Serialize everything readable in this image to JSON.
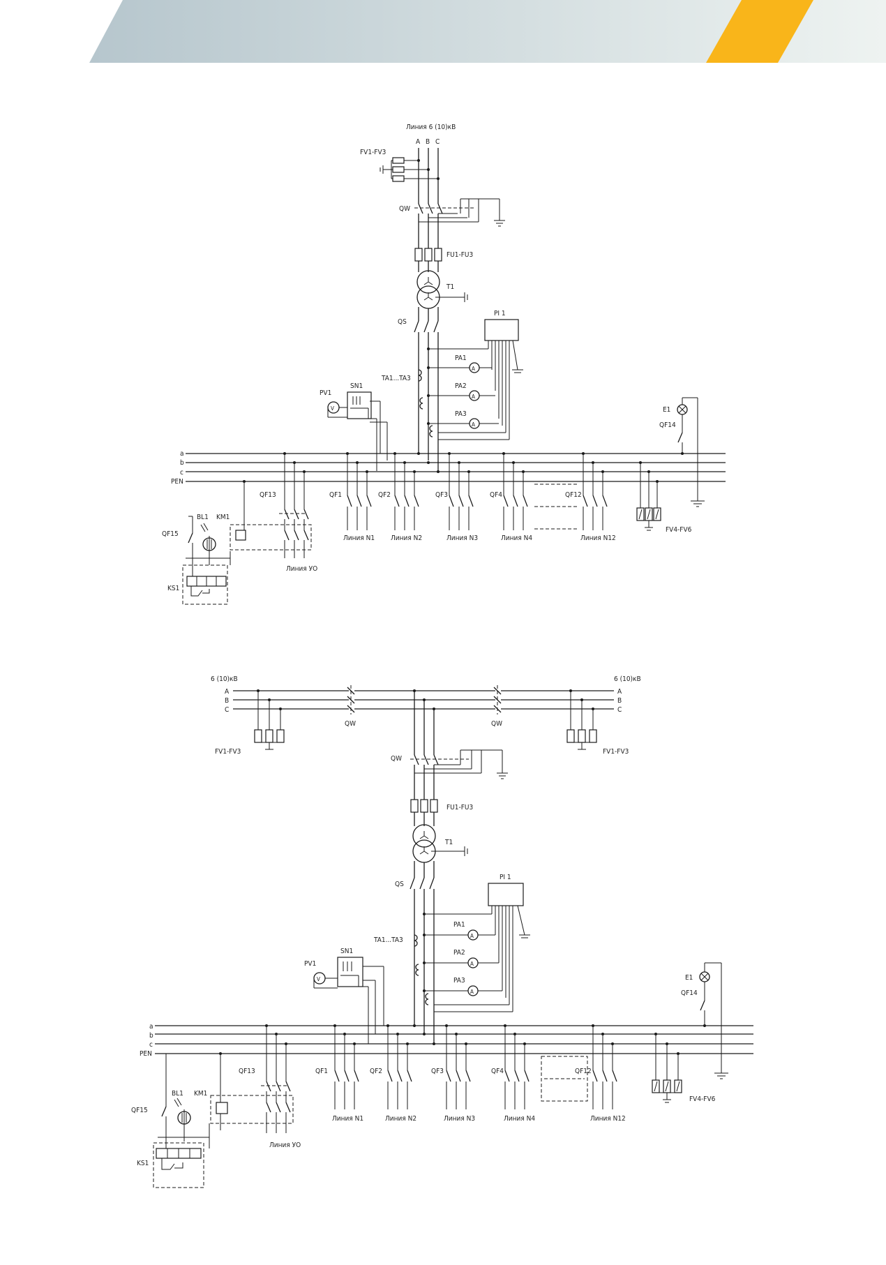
{
  "colors": {
    "banner_left": "#b6c6cd",
    "banner_right": "#eef3f1",
    "accent": "#f9b51a",
    "ink": "#1a1a1a"
  },
  "top": {
    "line_title": "Линия 6 (10)кВ",
    "phases": [
      "A",
      "B",
      "C"
    ],
    "fv_top": "FV1-FV3",
    "qw": "QW",
    "fu": "FU1-FU3",
    "t1": "T1",
    "qs": "QS",
    "pi": "PI 1",
    "pa": [
      "PA1",
      "PA2",
      "PA3"
    ],
    "ta": "TA1...TA3",
    "pv": "PV1",
    "sn": "SN1",
    "e1": "E1",
    "qf14": "QF14",
    "bus": [
      "a",
      "b",
      "c",
      "PEN"
    ],
    "qf13": "QF13",
    "bl": "BL1",
    "km": "KM1",
    "qf15": "QF15",
    "ks": "KS1",
    "uo": "Линия УО",
    "feeders": [
      {
        "qf": "QF1",
        "line": "Линия N1"
      },
      {
        "qf": "QF2",
        "line": "Линия N2"
      },
      {
        "qf": "QF3",
        "line": "Линия N3"
      },
      {
        "qf": "QF4",
        "line": "Линия N4"
      },
      {
        "qf": "QF12",
        "line": "Линия N12"
      }
    ],
    "fv_bottom": "FV4-FV6"
  },
  "bottom": {
    "left_title": "6 (10)кВ",
    "right_title": "6 (10)кВ",
    "phases": [
      "A",
      "B",
      "C"
    ],
    "qw_left": "QW",
    "qw_right": "QW",
    "fv_left": "FV1-FV3",
    "fv_right": "FV1-FV3",
    "qw": "QW",
    "fu": "FU1-FU3",
    "t1": "T1",
    "qs": "QS",
    "pi": "PI 1",
    "pa": [
      "PA1",
      "PA2",
      "PA3"
    ],
    "ta": "TA1...TA3",
    "pv": "PV1",
    "sn": "SN1",
    "e1": "E1",
    "qf14": "QF14",
    "bus": [
      "a",
      "b",
      "c",
      "PEN"
    ],
    "qf13": "QF13",
    "bl": "BL1",
    "km": "KM1",
    "qf15": "QF15",
    "ks": "KS1",
    "uo": "Линия УО",
    "feeders": [
      {
        "qf": "QF1",
        "line": "Линия N1"
      },
      {
        "qf": "QF2",
        "line": "Линия N2"
      },
      {
        "qf": "QF3",
        "line": "Линия N3"
      },
      {
        "qf": "QF4",
        "line": "Линия N4"
      },
      {
        "qf": "QF12",
        "line": "Линия N12"
      }
    ],
    "fv_bottom": "FV4-FV6"
  }
}
